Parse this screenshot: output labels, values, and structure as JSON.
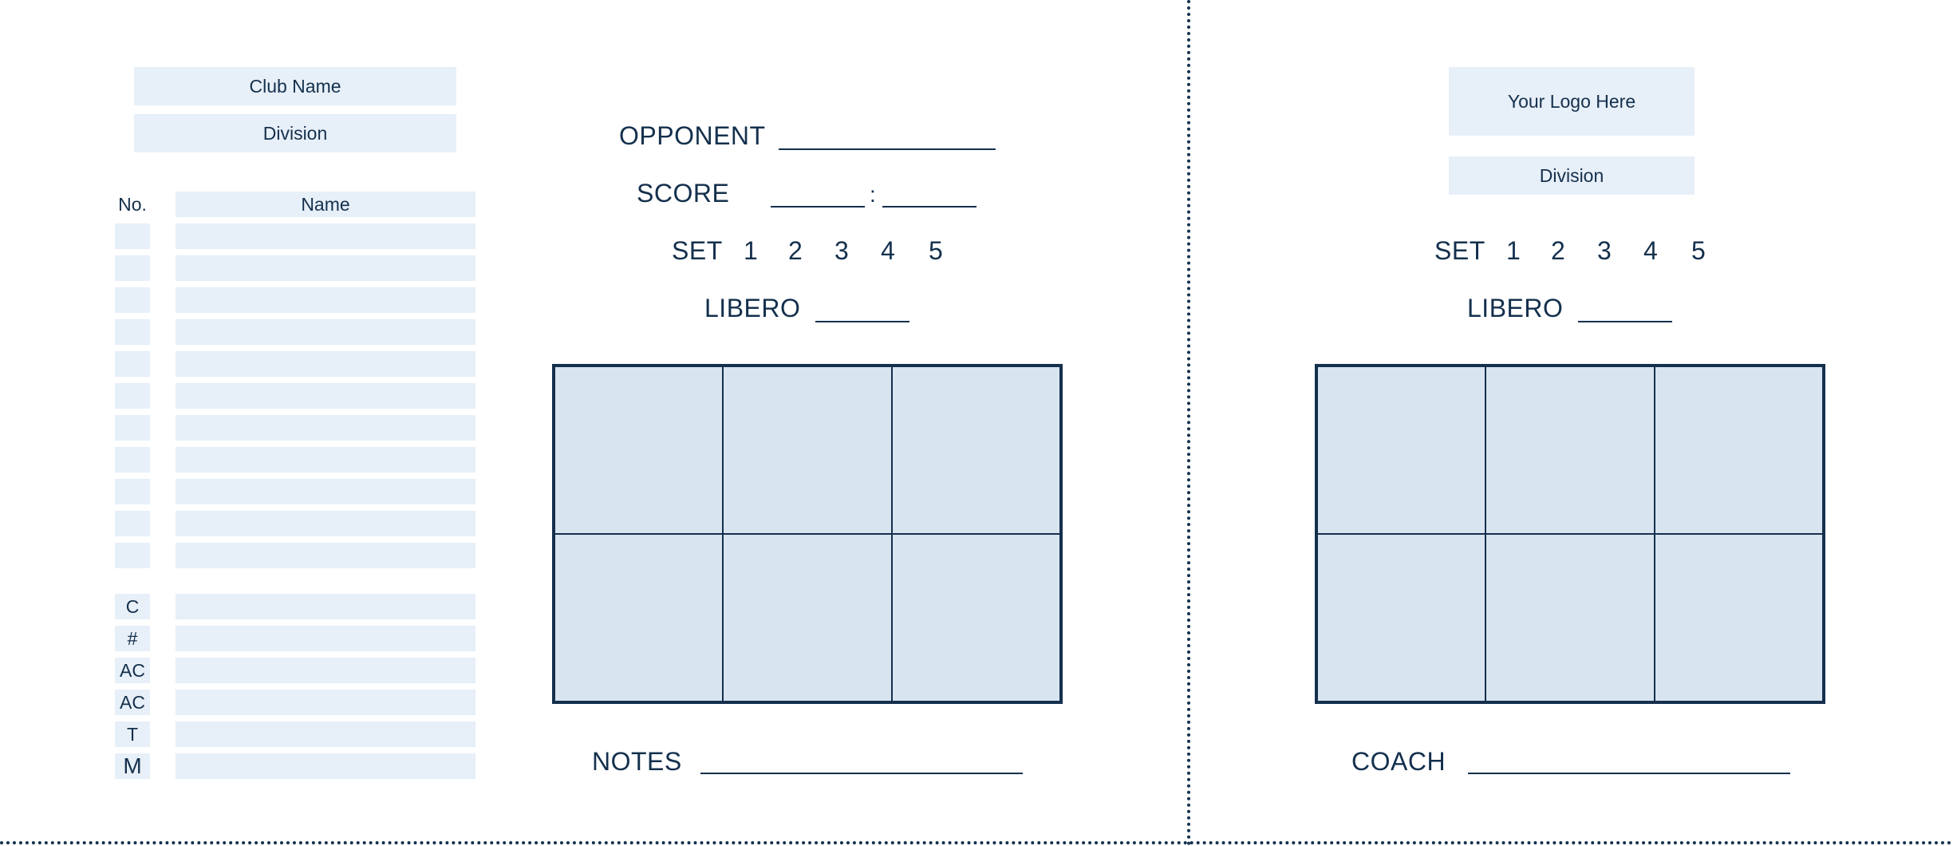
{
  "left": {
    "club_name": "Club Name",
    "division": "Division",
    "roster": {
      "col_no": "No.",
      "col_name": "Name",
      "player_row_count": 11,
      "staff_labels": [
        "C",
        "#",
        "AC",
        "AC",
        "T",
        "M"
      ]
    },
    "opponent_label": "OPPONENT",
    "score_label": "SCORE",
    "score_separator": ":",
    "set_label": "SET",
    "sets": [
      "1",
      "2",
      "3",
      "4",
      "5"
    ],
    "libero_label": "LIBERO",
    "notes_label": "NOTES"
  },
  "right": {
    "logo_placeholder": "Your Logo Here",
    "division": "Division",
    "set_label": "SET",
    "sets": [
      "1",
      "2",
      "3",
      "4",
      "5"
    ],
    "libero_label": "LIBERO",
    "coach_label": "COACH"
  }
}
